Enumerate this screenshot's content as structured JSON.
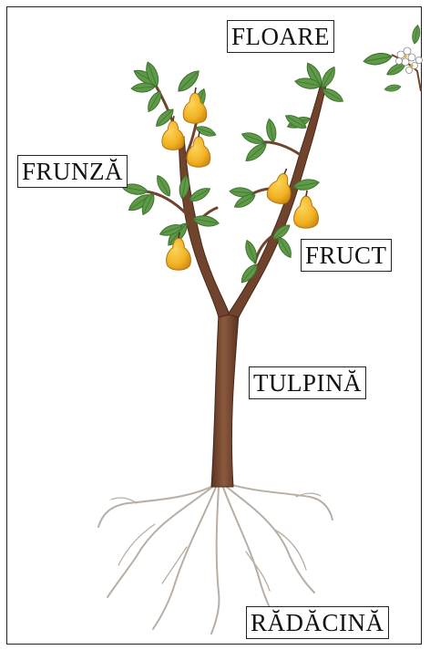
{
  "labels": {
    "flower": "FLOARE",
    "leaf": "FRUNZĂ",
    "fruit": "FRUCT",
    "stem": "TULPINĂ",
    "root": "RĂDĂCINĂ"
  },
  "colors": {
    "border": "#222222",
    "trunk": "#7a4a32",
    "trunk_shade": "#5a3322",
    "leaf": "#5f9a48",
    "leaf_dark": "#3f7530",
    "fruit": "#f2b324",
    "fruit_shade": "#c98410",
    "root": "#b8aea3"
  }
}
